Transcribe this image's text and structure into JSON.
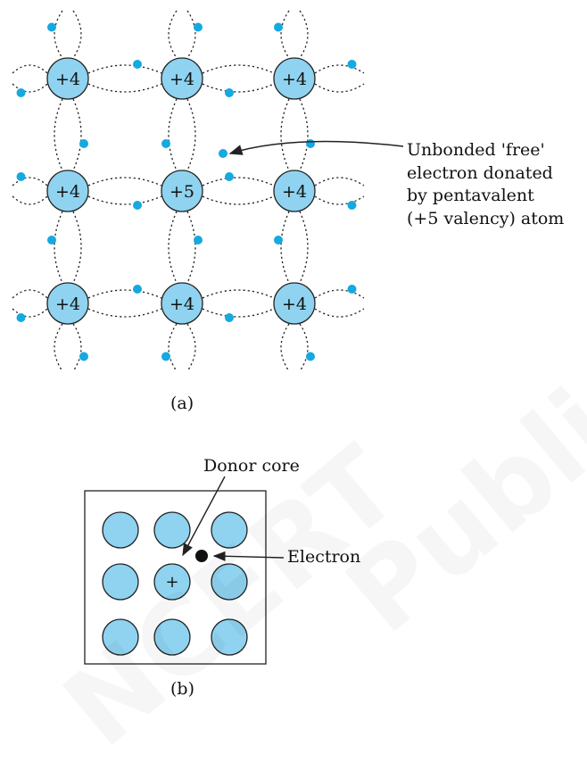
{
  "colors": {
    "atom_fill": "#8fd3f0",
    "electron": "#15a9e0",
    "core_electron": "#111111",
    "line": "#222222"
  },
  "panel_a": {
    "caption": "(a)",
    "atoms": [
      "+4",
      "+4",
      "+4",
      "+4",
      "+5",
      "+4",
      "+4",
      "+4",
      "+4"
    ],
    "free_electron_label": "Unbonded 'free'\nelectron donated\nby pentavalent\n(+5 valency) atom"
  },
  "panel_b": {
    "caption": "(b)",
    "donor_core_label": "Donor core",
    "donor_symbol": "+",
    "electron_label": "Electron"
  },
  "watermark": {
    "line1": "Published",
    "line2": "NCERT"
  }
}
